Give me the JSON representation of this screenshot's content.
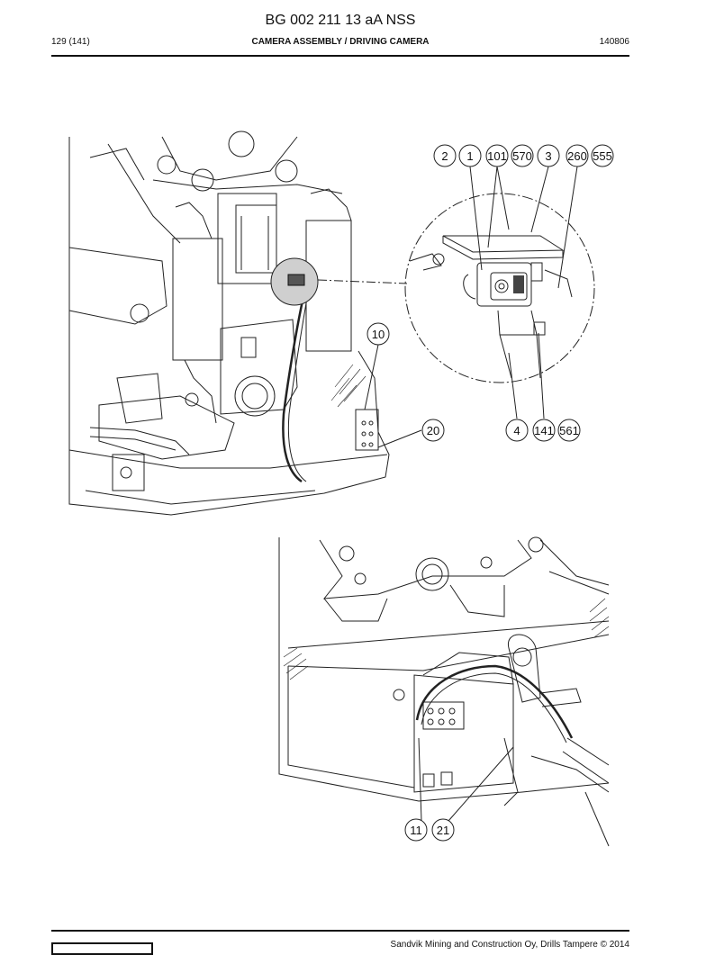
{
  "header": {
    "doc_code": "BG 002 211 13 aA NSS",
    "page": "129 (141)",
    "section_title": "CAMERA ASSEMBLY / DRIVING CAMERA",
    "date_code": "140806"
  },
  "callouts": {
    "c2": "2",
    "c1": "1",
    "c101": "101",
    "c570": "570",
    "c3": "3",
    "c260": "260",
    "c555": "555",
    "c10": "10",
    "c20": "20",
    "c4": "4",
    "c141": "141",
    "c561": "561",
    "c11": "11",
    "c21": "21"
  },
  "footer": {
    "company": "Sandvik Mining and Construction Oy, Drills Tampere © 2014"
  }
}
